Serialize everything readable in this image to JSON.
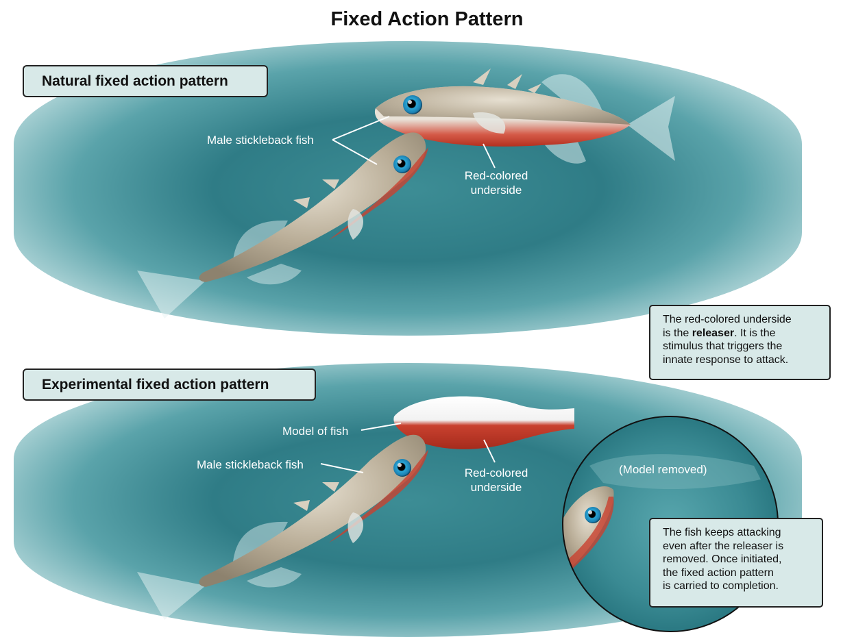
{
  "title": "Fixed Action Pattern",
  "panels": {
    "natural": {
      "label": "Natural fixed action pattern",
      "fish_label": "Male stickleback fish",
      "underside_label_line1": "Red-colored",
      "underside_label_line2": "underside"
    },
    "experimental": {
      "label": "Experimental fixed action pattern",
      "model_label": "Model of fish",
      "fish_label": "Male stickleback fish",
      "underside_label_line1": "Red-colored",
      "underside_label_line2": "underside",
      "removed_label": "(Model removed)"
    }
  },
  "releaser_note": {
    "line1": "The red-colored underside",
    "line2_pre": "is the ",
    "line2_bold": "releaser",
    "line2_post": ". It is the",
    "line3": "stimulus that triggers the",
    "line4": "innate response to attack."
  },
  "completion_note": {
    "line1": "The fish keeps attacking",
    "line2": "even after the releaser is",
    "line3": "removed. Once initiated,",
    "line4": "the fixed action pattern",
    "line5": "is carried to completion."
  },
  "colors": {
    "water": "#2f7c86",
    "fish_body": "#b9ad97",
    "red_underside": "#c23a2a",
    "box_fill": "#d8e9e8",
    "eye": "#2aa6d6"
  }
}
